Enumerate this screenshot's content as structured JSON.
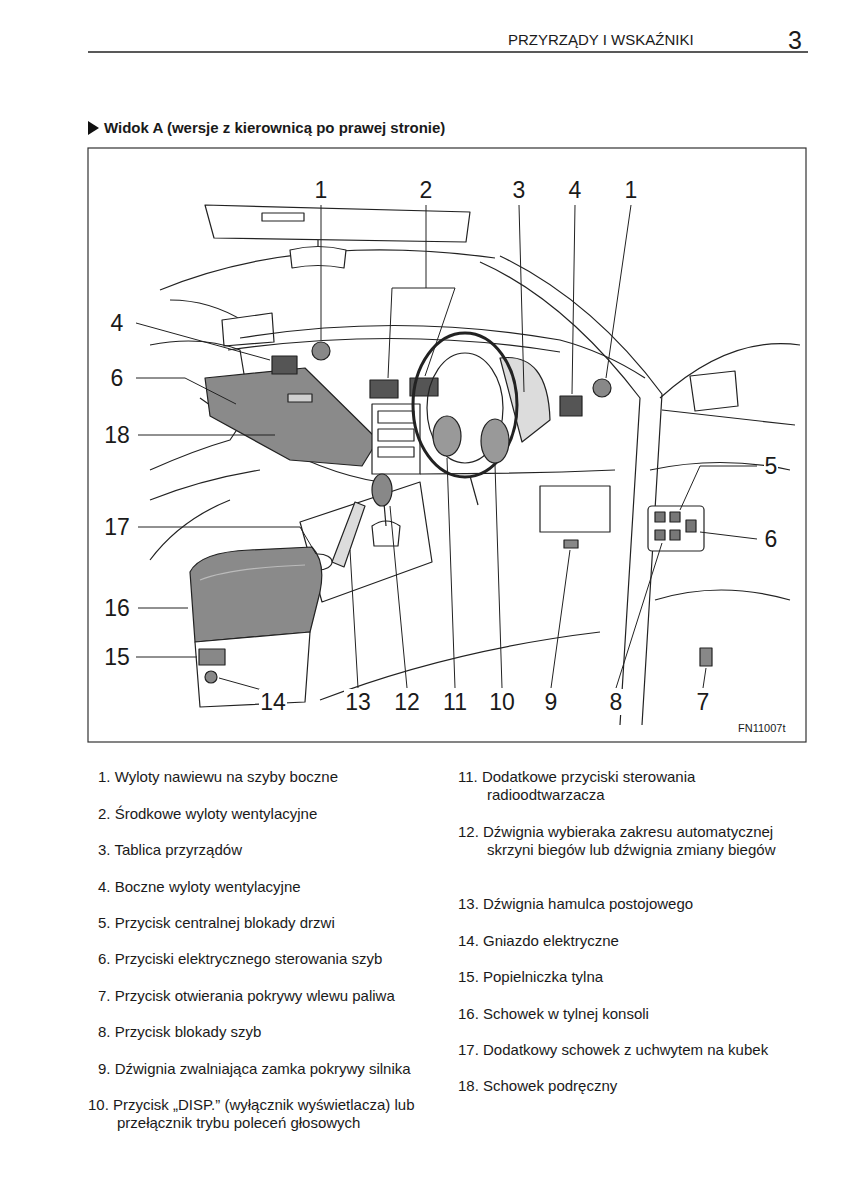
{
  "diagram": {
    "title": "Widok A (wersje z kierownicą po prawej stronie)",
    "labels": [
      "PRZYRZĄDY I WSKAŹNIKI",
      "3",
      "1",
      "2",
      "3",
      "4",
      "1",
      "4",
      "6",
      "18",
      "5",
      "6",
      "17",
      "16",
      "15",
      "14",
      "13",
      "12",
      "11",
      "10",
      "9",
      "8",
      "7",
      "FN11007t",
      "1. Wyloty nawiewu na szyby boczne",
      "2. Środkowe wyloty wentylacyjne",
      "3. Tablica przyrządów",
      "4. Boczne wyloty wentylacyjne",
      "5. Przycisk centralnej blokady drzwi",
      "6. Przyciski elektrycznego sterowania szyb",
      "7. Przycisk otwierania pokrywy wlewu paliwa",
      "8. Przycisk blokady szyb",
      "9. Dźwignia zwalniająca zamka pokrywy silnika",
      "10. Przycisk „DISP.” (wyłącznik wyświetlacza) lub przełącznik trybu poleceń głosowych",
      "11. Dodatkowe przyciski sterowania radioodtwarzacza",
      "12. Dźwignia wybieraka zakresu automatycznej skrzyni biegów lub dźwignia zmiany biegów",
      "13. Dźwignia hamulca postojowego",
      "14. Gniazdo elektryczne",
      "15. Popielniczka tylna",
      "16. Schowek w tylnej konsoli",
      "17. Dodatkowy schowek z uchwytem na kubek",
      "18. Schowek podręczny"
    ]
  }
}
